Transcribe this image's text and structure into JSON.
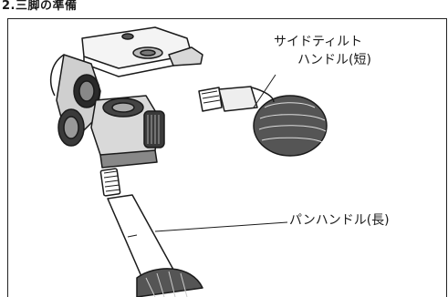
{
  "header": {
    "text": "2.三脚の準備"
  },
  "labels": {
    "side_tilt_line1": "サイドティルト",
    "side_tilt_line2": "ハンドル(短)",
    "pan_handle": "パンハンドル(長)"
  }
}
